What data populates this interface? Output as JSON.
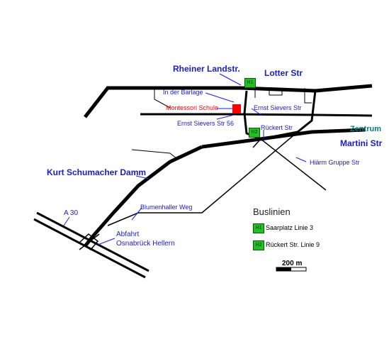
{
  "map": {
    "streets": {
      "rheiner": "Rheiner Landstr.",
      "lotter": "Lotter Str",
      "barlage": "In der Barlage",
      "montessori": "Montessori Schule",
      "ernst_sievers": "Ernst Sievers Str",
      "ernst_sievers_56": "Ernst Sievers Str 56",
      "rueckert": "Rückert Str",
      "zentrum": "Zentrum",
      "martini": "Martini Str",
      "hiarm": "Hiärm Gruppe Str",
      "kurt": "Kurt Schumacher Damm",
      "blumenhaller": "Blumenhaller Weg",
      "a30": "A 30",
      "abfahrt": "Abfahrt",
      "osnabrueck": "Osnabrück Hellern"
    },
    "stops": {
      "h1": "H1",
      "h2": "H2"
    },
    "legend": {
      "title": "Buslinien",
      "h1_badge": "H1",
      "h1_text": "Saarplatz Linie 3",
      "h2_badge": "H2",
      "h2_text": "Rückert Str. Linie 9"
    },
    "scale": "200 m",
    "colors": {
      "label_blue": "#1a1ad0",
      "school_red": "#ff0000",
      "zentrum_teal": "#008080",
      "stop_green": "#20c020"
    }
  }
}
